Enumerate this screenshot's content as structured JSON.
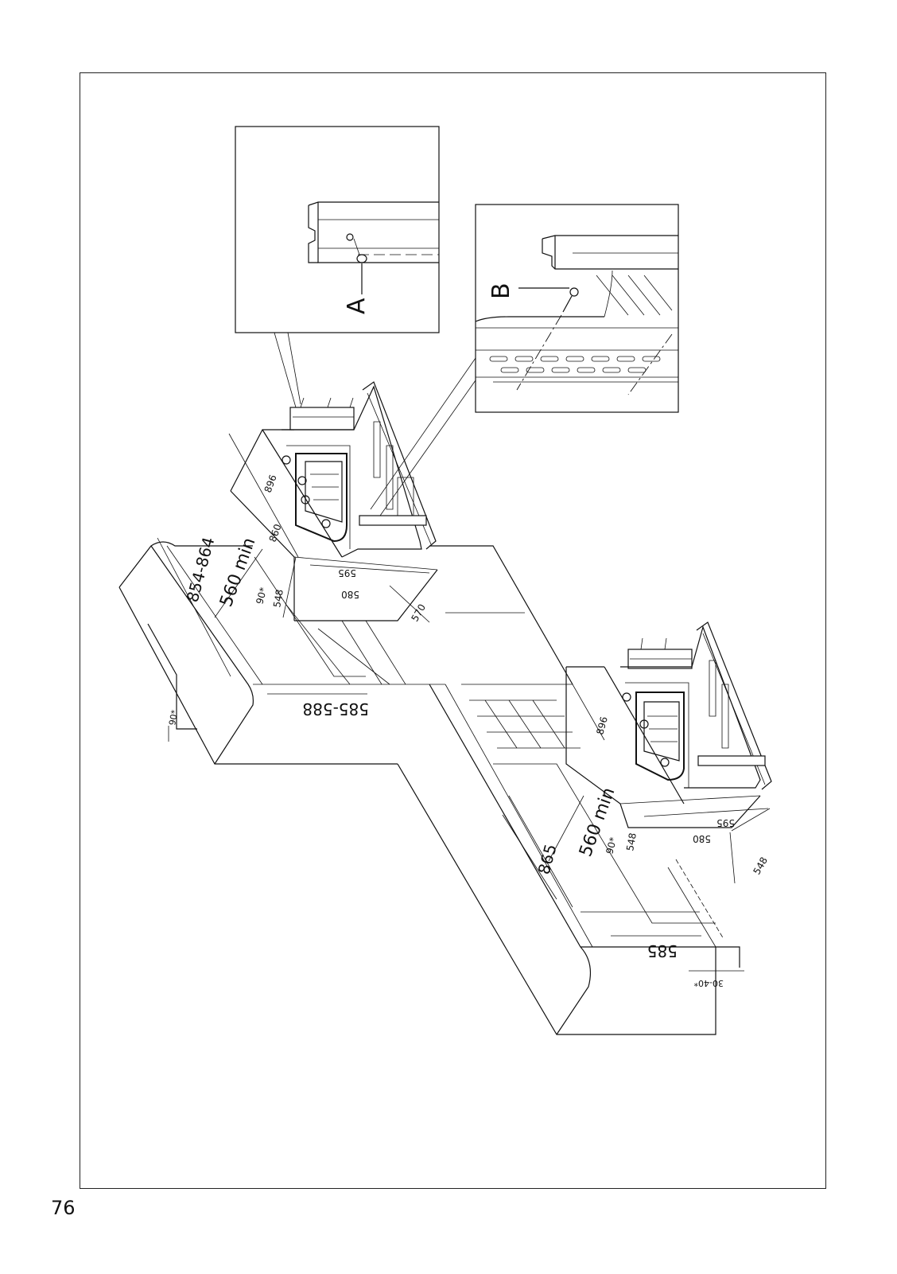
{
  "page": {
    "number": "76"
  },
  "detail_a": {
    "label": "A"
  },
  "detail_b": {
    "label": "B"
  },
  "dimensions_top_oven": {
    "body_height": "896",
    "cut_height": "860",
    "depth": "580",
    "front_width": "595",
    "cut_depth_small": "548",
    "side": "570"
  },
  "dimensions_bottom_oven": {
    "body_height": "896",
    "depth": "580",
    "front_width": "595",
    "side_depth": "548",
    "small_548": "548"
  },
  "dimensions_tall_cabinet": {
    "niche_height": "854-864",
    "depth_min": "560 min",
    "vent": "90*",
    "niche_width": "585-588",
    "plinth_vent": "90*"
  },
  "dimensions_base_cabinet": {
    "worktop_height": "865",
    "depth_min": "560 min",
    "vent": "90*",
    "niche_width": "585",
    "gap": "30-40*"
  }
}
